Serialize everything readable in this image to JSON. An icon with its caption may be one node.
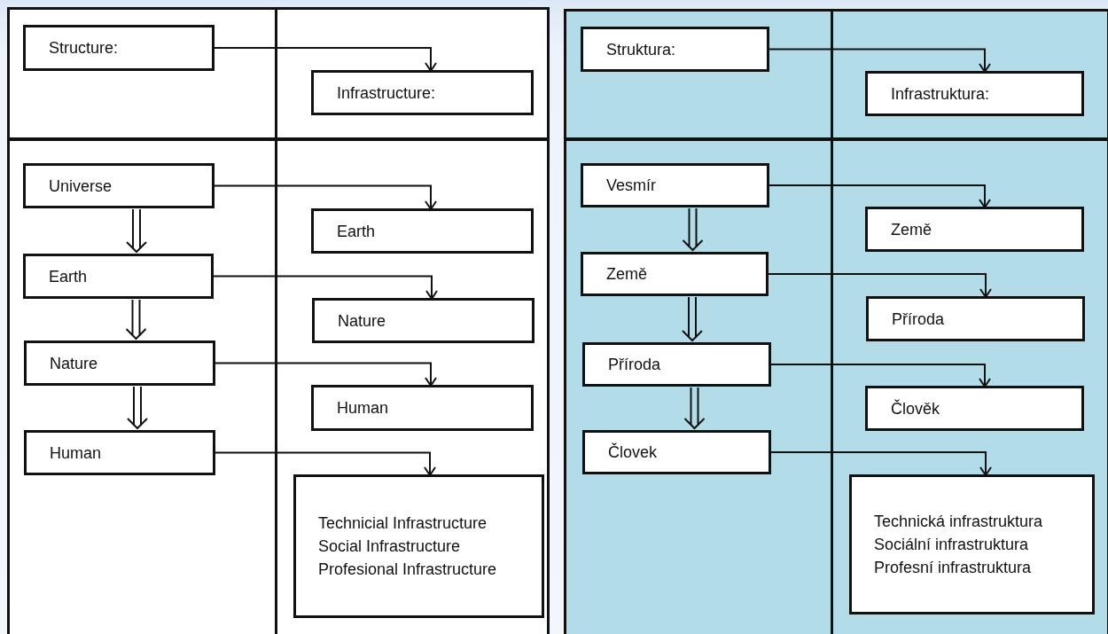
{
  "diagram": {
    "nodes": [
      {
        "text": [],
        "shape": "box"
      },
      {
        "text": [
          "Structure:"
        ],
        "in": 0
      },
      {
        "text": [
          "Infrastructure:"
        ],
        "in": 0
      },
      {
        "text": [],
        "shape": "box"
      },
      {
        "text": [
          "Universe"
        ],
        "in": 3
      },
      {
        "text": [
          "Earth"
        ],
        "in": 3
      },
      {
        "text": [
          "Earth"
        ],
        "in": 3
      },
      {
        "text": [
          "Nature"
        ],
        "in": 3
      },
      {
        "text": [
          "Nature"
        ],
        "in": 3
      },
      {
        "text": [
          "Human"
        ],
        "in": 3
      },
      {
        "text": [
          "Human"
        ],
        "in": 3
      },
      {
        "text": [
          "Technicial Infrastructure",
          "Social Infrastructure",
          "Profesional Infrastructure"
        ],
        "in": 3
      },
      {
        "text": [],
        "shape": "box"
      },
      {
        "text": [
          "Struktura:"
        ],
        "in": 12
      },
      {
        "text": [
          "Infrastruktura:"
        ],
        "in": 12
      },
      {
        "text": [],
        "shape": "box"
      },
      {
        "text": [
          "Vesmír"
        ],
        "in": 15
      },
      {
        "text": [
          "Země"
        ],
        "in": 15
      },
      {
        "text": [
          "Země"
        ],
        "in": 15
      },
      {
        "text": [
          "Příroda"
        ],
        "in": 15
      },
      {
        "text": [
          "Příroda"
        ],
        "in": 15
      },
      {
        "text": [
          "Člověk"
        ],
        "in": 15
      },
      {
        "text": [
          "Človek"
        ],
        "in": 15
      },
      {
        "text": [
          "Technická infrastruktura",
          "Sociální infrastruktura",
          "Profesní infrastruktura"
        ],
        "in": 15
      }
    ],
    "edges": [
      {
        "from": 1,
        "to": 2,
        "arrow": "to"
      },
      {
        "from": 4,
        "to": 5,
        "arrow": "to"
      },
      {
        "from": 4,
        "to": 6,
        "arrow": "to"
      },
      {
        "from": 6,
        "to": 7,
        "arrow": "to"
      },
      {
        "from": 6,
        "to": 8,
        "arrow": "to"
      },
      {
        "from": 8,
        "to": 9,
        "arrow": "to"
      },
      {
        "from": 8,
        "to": 10,
        "arrow": "to"
      },
      {
        "from": 10,
        "to": 11,
        "arrow": "to"
      },
      {
        "from": 13,
        "to": 14,
        "arrow": "to"
      },
      {
        "from": 16,
        "to": 17,
        "arrow": "to"
      },
      {
        "from": 16,
        "to": 18,
        "arrow": "to"
      },
      {
        "from": 18,
        "to": 19,
        "arrow": "to"
      },
      {
        "from": 18,
        "to": 20,
        "arrow": "to"
      },
      {
        "from": 20,
        "to": 21,
        "arrow": "to"
      },
      {
        "from": 20,
        "to": 22,
        "arrow": "to"
      },
      {
        "from": 22,
        "to": 23,
        "arrow": "to"
      }
    ]
  }
}
